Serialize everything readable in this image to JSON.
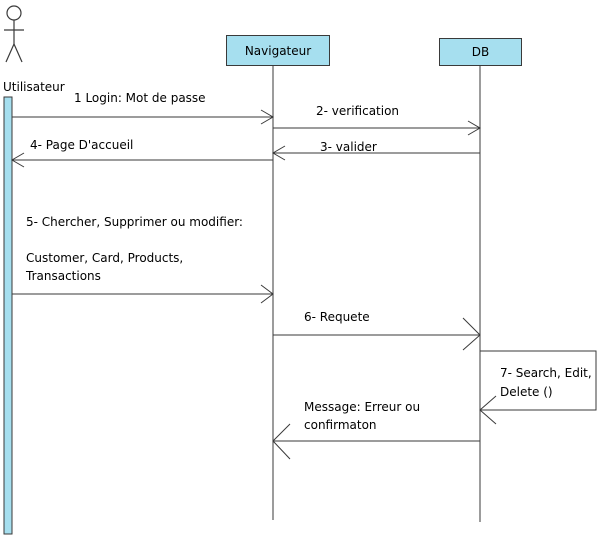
{
  "colors": {
    "participant_fill": "#a6dfef",
    "activation_fill": "#a6dfef",
    "line": "#3a3a3a"
  },
  "participants": {
    "user": "Utilisateur",
    "browser": "Navigateur",
    "db": "DB"
  },
  "messages": {
    "m1": "1  Login: Mot de passe",
    "m2": "2- verification",
    "m3": "3- valider",
    "m4": "4- Page D'accueil",
    "m5_line1": "5- Chercher, Supprimer ou modifier:",
    "m5_line2": "Customer, Card, Products,",
    "m5_line3": "Transactions",
    "m6": "6- Requete",
    "m7_line1": "7- Search, Edit,",
    "m7_line2": "Delete ()",
    "m8_line1": "Message: Erreur ou",
    "m8_line2": "confirmaton"
  }
}
